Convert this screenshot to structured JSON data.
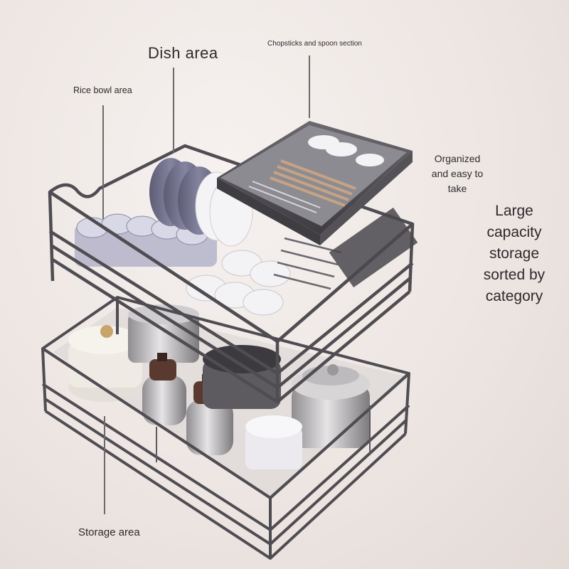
{
  "labels": {
    "dish_area": "Dish area",
    "chopsticks_section": "Chopsticks and spoon section",
    "rice_bowl_area": "Rice bowl area",
    "organized": "Organized and easy to take",
    "large_capacity": "Large capacity storage sorted by category",
    "storage_area": "Storage area"
  },
  "colors": {
    "background": "#ede6e3",
    "rack_frame": "#4f4d52",
    "plate": "#6f6e86",
    "bowl": "#ecebee",
    "steel": "#b9b7b9",
    "text": "#2d2a2c"
  }
}
